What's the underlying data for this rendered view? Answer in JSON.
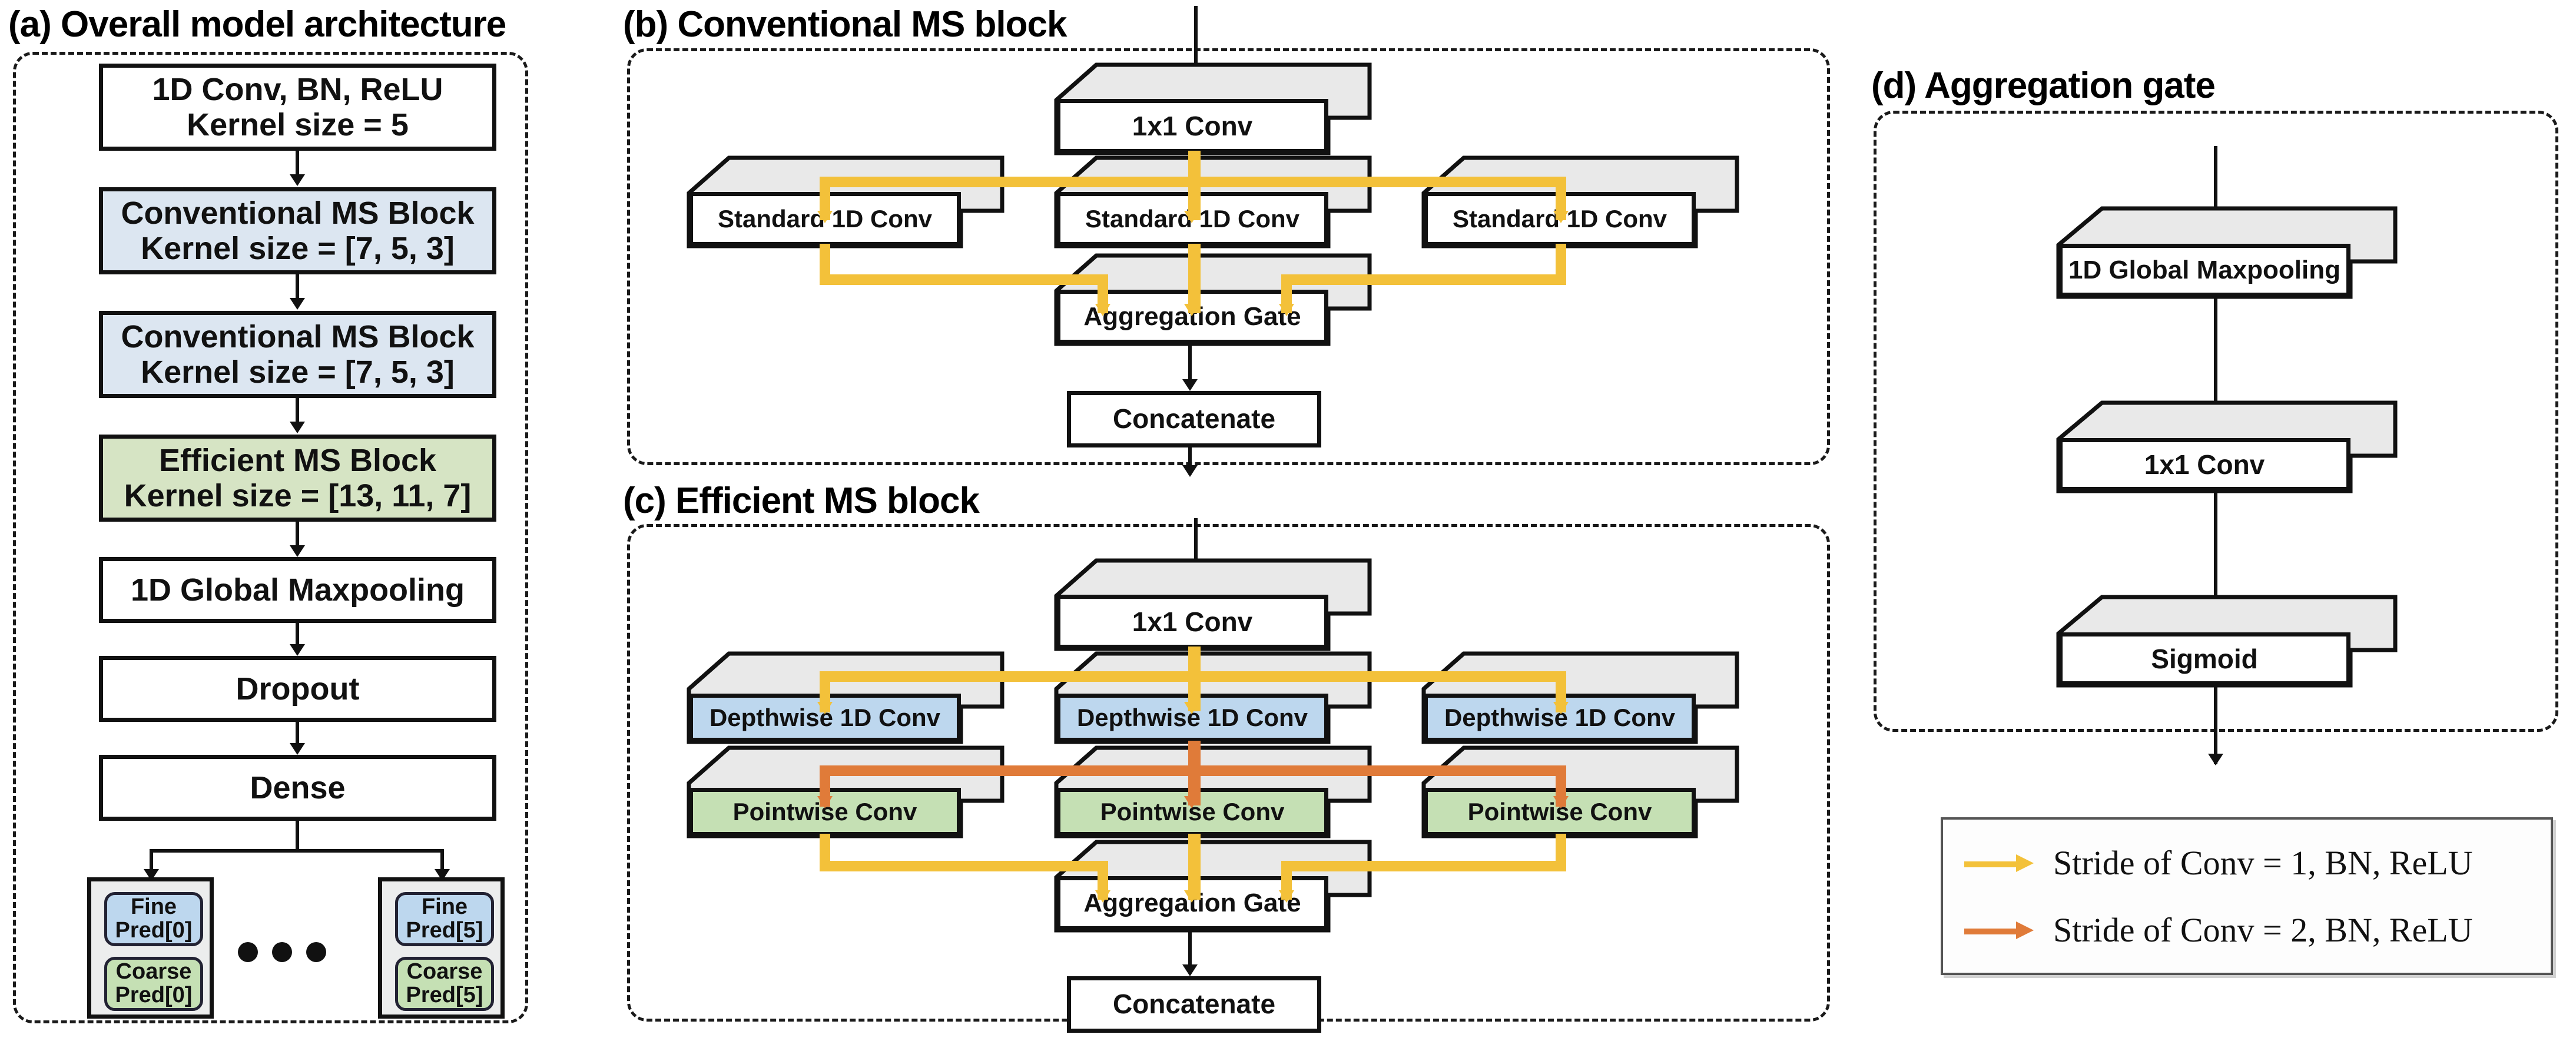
{
  "figure": {
    "panels": [
      {
        "id": "a",
        "title": "(a) Overall model architecture"
      },
      {
        "id": "b",
        "title": "(b) Conventional MS block"
      },
      {
        "id": "c",
        "title": "(c) Efficient MS block"
      },
      {
        "id": "d",
        "title": "(d) Aggregation gate"
      }
    ]
  },
  "panel_a": {
    "title": "(a) Overall model architecture",
    "blocks": [
      {
        "l1": "1D Conv, BN, ReLU",
        "l2": "Kernel size = 5",
        "color": "#ffffff"
      },
      {
        "l1": "Conventional MS Block",
        "l2": "Kernel size = [7, 5, 3]",
        "color": "#dce6f1"
      },
      {
        "l1": "Conventional MS Block",
        "l2": "Kernel size = [7, 5, 3]",
        "color": "#dce6f1"
      },
      {
        "l1": "Efficient MS Block",
        "l2": "Kernel size = [13, 11, 7]",
        "color": "#d6e4c4"
      },
      {
        "l1": "1D Global Maxpooling",
        "l2": "",
        "color": "#ffffff"
      },
      {
        "l1": "Dropout",
        "l2": "",
        "color": "#ffffff"
      },
      {
        "l1": "Dense",
        "l2": "",
        "color": "#ffffff"
      }
    ],
    "heads": [
      {
        "fine": "Fine\nPred[0]",
        "fine_l1": "Fine",
        "fine_l2": "Pred[0]",
        "coarse_l1": "Coarse",
        "coarse_l2": "Pred[0]"
      },
      {
        "fine": "Fine\nPred[5]",
        "fine_l1": "Fine",
        "fine_l2": "Pred[5]",
        "coarse_l1": "Coarse",
        "coarse_l2": "Pred[5]"
      }
    ],
    "ellipsis_dots": 3
  },
  "panel_b": {
    "title": "(b) Conventional MS block",
    "conv1x1": "1x1 Conv",
    "branches": [
      "Standard 1D Conv",
      "Standard 1D Conv",
      "Standard 1D Conv"
    ],
    "aggregation_gate": "Aggregation Gate",
    "concatenate": "Concatenate"
  },
  "panel_c": {
    "title": "(c) Efficient MS block",
    "conv1x1": "1x1 Conv",
    "depthwise": [
      "Depthwise 1D Conv",
      "Depthwise 1D Conv",
      "Depthwise 1D Conv"
    ],
    "pointwise": [
      "Pointwise Conv",
      "Pointwise Conv",
      "Pointwise Conv"
    ],
    "aggregation_gate": "Aggregation Gate",
    "concatenate": "Concatenate"
  },
  "panel_d": {
    "title": "(d) Aggregation gate",
    "steps": [
      "1D Global Maxpooling",
      "1x1 Conv",
      "Sigmoid"
    ]
  },
  "legend": {
    "items": [
      {
        "label": "Stride of Conv = 1, BN, ReLU",
        "color": "#f3c13a"
      },
      {
        "label": "Stride of Conv = 2, BN, ReLU",
        "color": "#e07b39"
      }
    ]
  },
  "colors": {
    "stride1_arrow": "#f3c13a",
    "stride2_arrow": "#e07b39",
    "blue_fill": "#bdd7ee",
    "green_fill": "#c5e0b4",
    "slab_top": "#e9e9e9",
    "panel_a_blue": "#dce6f1",
    "panel_a_green": "#d6e4c4",
    "outline": "#111111"
  }
}
